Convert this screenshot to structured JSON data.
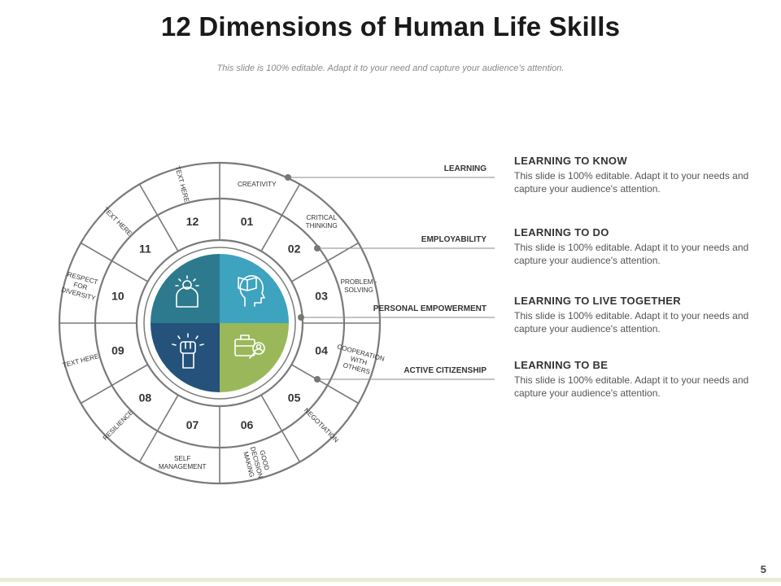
{
  "header": {
    "title": "12 Dimensions of Human Life Skills",
    "subtitle": "This slide is 100% editable. Adapt it to your need and capture your audience’s attention."
  },
  "wheel": {
    "numbers": [
      "01",
      "02",
      "03",
      "04",
      "05",
      "06",
      "07",
      "08",
      "09",
      "10",
      "11",
      "12"
    ],
    "outer_labels": [
      "CREATIVITY",
      "CRITICAL THINKING",
      "PROBLEM - SOLVING",
      "COOPERATION WITH OTHERS",
      "NEGOTIATION",
      "GOOD DECISION MAKING",
      "SELF MANAGEMENT",
      "RESILIENCE",
      "TEXT HERE",
      "RESPECT FOR DIVERSITY",
      "TEXT HERE",
      "TEXT HERE"
    ],
    "quadrants": [
      {
        "icon": "reading-head-icon",
        "color": "#3ea3bf"
      },
      {
        "icon": "briefcase-person-icon",
        "color": "#9ab85a"
      },
      {
        "icon": "raised-fist-icon",
        "color": "#24527a"
      },
      {
        "icon": "lightbulb-person-icon",
        "color": "#2d7a8e"
      }
    ],
    "ring_color": "#7a7a7a"
  },
  "connectors": [
    "LEARNING",
    "EMPLOYABILITY",
    "PERSONAL EMPOWERMENT",
    "ACTIVE CITIZENSHIP"
  ],
  "blocks": [
    {
      "title": "LEARNING TO KNOW",
      "text": "This slide is 100% editable. Adapt it to your needs and capture your audience's attention."
    },
    {
      "title": "LEARNING TO DO",
      "text": "This slide is 100% editable. Adapt it to your needs and capture your audience's attention."
    },
    {
      "title": "LEARNING TO LIVE TOGETHER",
      "text": "This slide is 100% editable. Adapt it to your needs and capture your audience's attention."
    },
    {
      "title": "LEARNING TO BE",
      "text": "This slide is 100% editable. Adapt it to your needs and capture your audience's attention."
    }
  ],
  "page_number": "5"
}
